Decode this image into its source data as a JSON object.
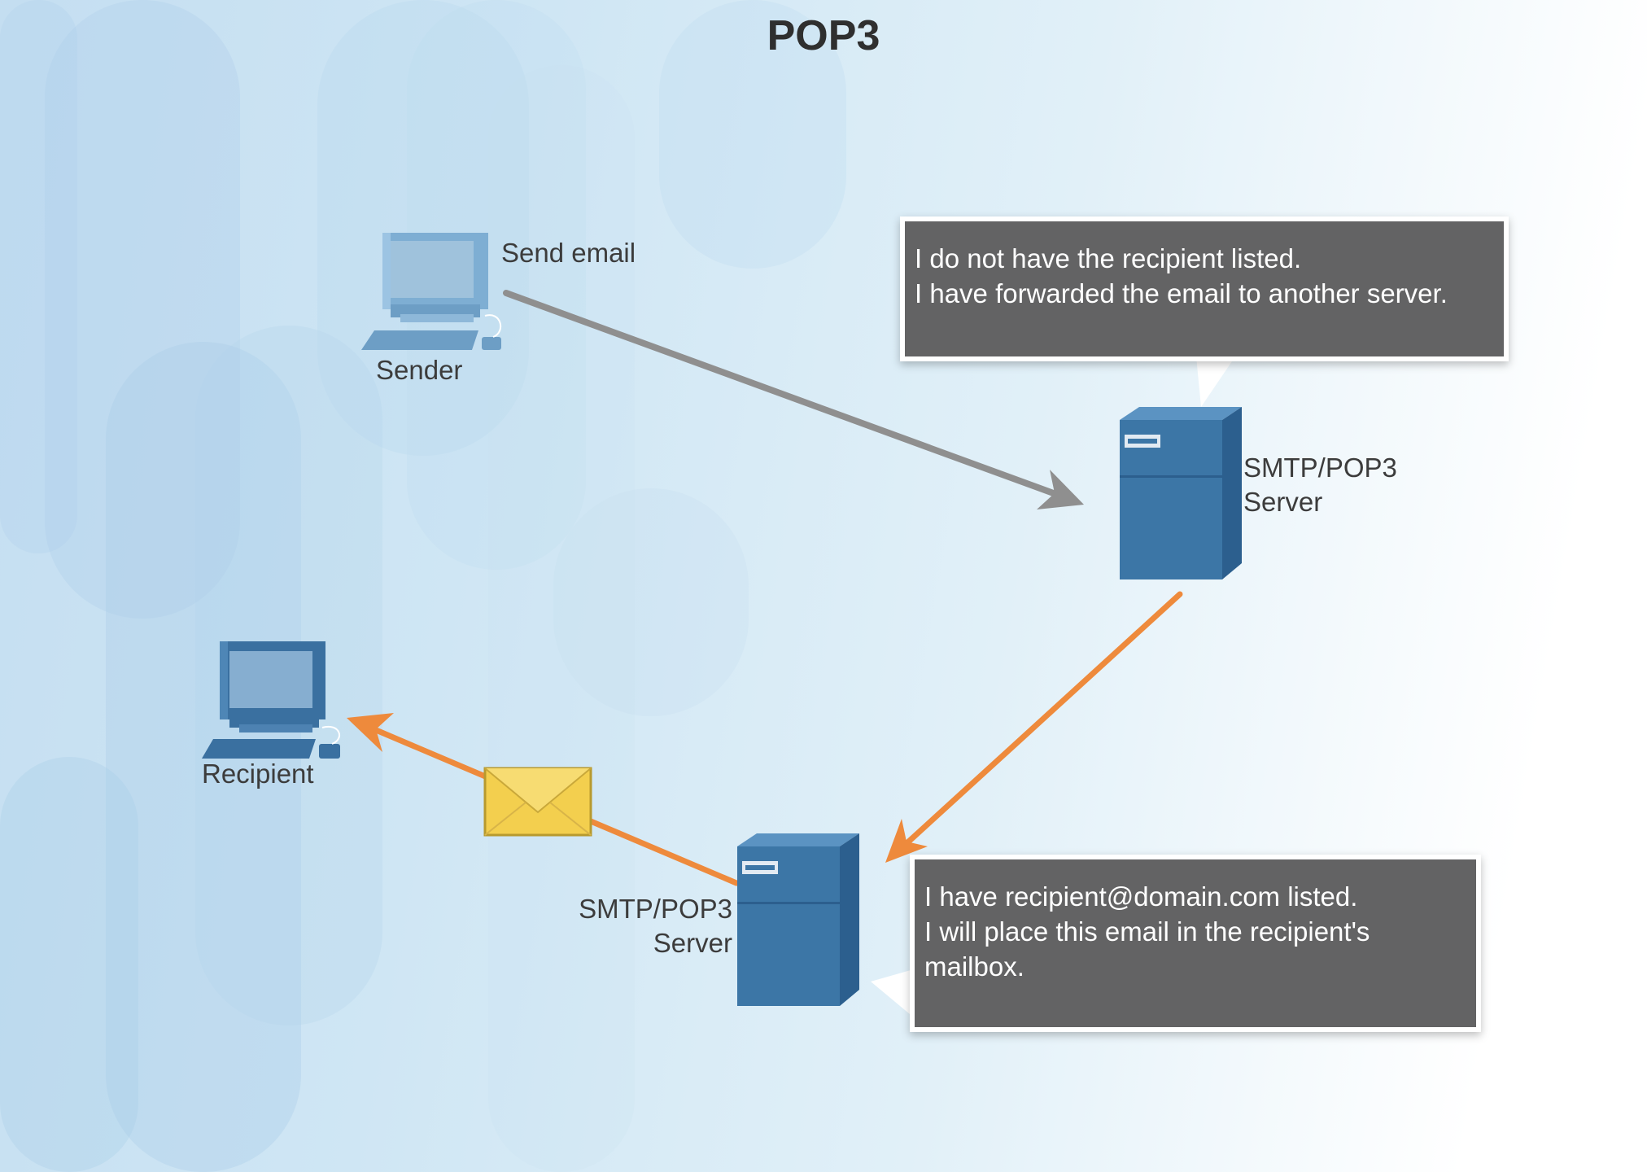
{
  "title": "POP3",
  "sender": {
    "label": "Sender",
    "action_label": "Send email"
  },
  "recipient": {
    "label": "Recipient"
  },
  "server_top": {
    "label_line1": "SMTP/POP3",
    "label_line2": "Server",
    "callout_lines": [
      "I do not have the recipient listed.",
      "I have forwarded the email to another server."
    ]
  },
  "server_bottom": {
    "label_line1": "SMTP/POP3",
    "label_line2": "Server",
    "callout_lines": [
      "I have recipient@domain.com listed.",
      "I will place this email in the recipient's",
      "mailbox."
    ]
  },
  "icons": {
    "sender_pc": "desktop-computer-icon",
    "recipient_pc": "desktop-computer-icon",
    "server": "tower-server-icon",
    "envelope": "envelope-icon"
  },
  "colors": {
    "arrow_gray": "#8f8f8f",
    "arrow_orange": "#ee8a3c",
    "callout_bg": "#636364",
    "server_blue": "#3c76a6",
    "envelope_yellow": "#f3cf4e"
  }
}
